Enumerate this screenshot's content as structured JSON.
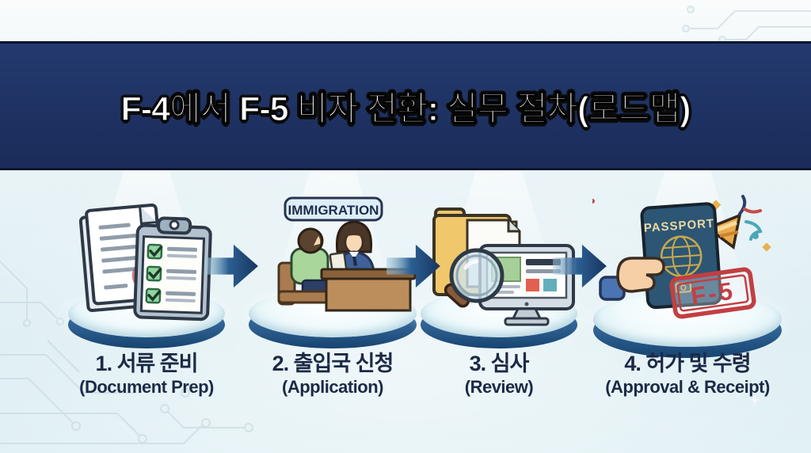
{
  "banner": {
    "title": "F-4에서 F-5 비자 전환: 실무 절차(로드맵)"
  },
  "steps": [
    {
      "korean": "1. 서류 준비",
      "english": "(Document Prep)",
      "icon": "documents-checklist-icon"
    },
    {
      "korean": "2. 출입국 신청",
      "english": "(Application)",
      "icon": "immigration-desk-icon",
      "sign": "IMMIGRATION"
    },
    {
      "korean": "3. 심사",
      "english": "(Review)",
      "icon": "folder-magnifier-monitor-icon"
    },
    {
      "korean": "4. 허가 및 수령",
      "english": "(Approval & Receipt)",
      "icon": "passport-celebration-icon",
      "passport_label": "PASSPORT",
      "stamp": "F-5"
    }
  ],
  "colors": {
    "banner_navy": "#1e3263",
    "title_text": "#ffffff",
    "label_navy": "#1c2946",
    "arrow_navy": "#16355f",
    "platform_rim_blue": "#2a5e8e",
    "background_tint": "#e3f1f5",
    "check_green": "#92d5a0",
    "folder_gold": "#f0c76a",
    "passport_navy": "#2c5674",
    "stamp_red": "#c23f42",
    "circuit_trace": "#c2d4dc"
  }
}
